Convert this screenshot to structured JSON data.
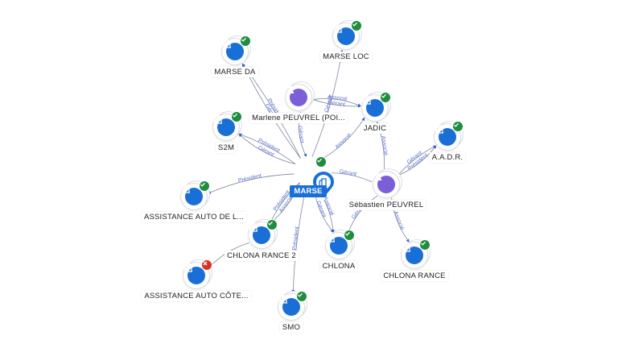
{
  "center": {
    "label": "MARSE",
    "icon": "building-icon",
    "status": "verified"
  },
  "nodes": [
    {
      "id": "marse-da",
      "label": "MARSE DA",
      "kind": "company",
      "status": "verified"
    },
    {
      "id": "marse-loc",
      "label": "MARSE LOC",
      "kind": "company",
      "status": "verified"
    },
    {
      "id": "marlene",
      "label": "Marlene PEUVREL (POI...",
      "kind": "person"
    },
    {
      "id": "jadic",
      "label": "JADIC",
      "kind": "company",
      "status": "verified"
    },
    {
      "id": "s2m",
      "label": "S2M",
      "kind": "company",
      "status": "verified"
    },
    {
      "id": "aadr",
      "label": "A.A.D.R.",
      "kind": "company",
      "status": "verified"
    },
    {
      "id": "sebastien",
      "label": "Sébastien PEUVREL",
      "kind": "person"
    },
    {
      "id": "assistance-l",
      "label": "ASSISTANCE AUTO DE L...",
      "kind": "company",
      "status": "verified"
    },
    {
      "id": "chlona-rance-2",
      "label": "CHLONA RANCE 2",
      "kind": "company",
      "status": "verified"
    },
    {
      "id": "chlona",
      "label": "CHLONA",
      "kind": "company",
      "status": "verified"
    },
    {
      "id": "chlona-rance",
      "label": "CHLONA RANCE",
      "kind": "company",
      "status": "verified"
    },
    {
      "id": "assistance-cote",
      "label": "ASSISTANCE AUTO CÔTE...",
      "kind": "company",
      "status": "closed"
    },
    {
      "id": "smo",
      "label": "SMO",
      "kind": "company",
      "status": "verified"
    }
  ],
  "edges": [
    {
      "from": "center",
      "to": "marse-da",
      "label": "Président"
    },
    {
      "from": "center",
      "to": "marse-loc",
      "label": "Gérant"
    },
    {
      "from": "marlene",
      "to": "center",
      "label": "Gérant"
    },
    {
      "from": "marlene",
      "to": "jadic",
      "label": "Gérant"
    },
    {
      "from": "marlene",
      "to": "jadic",
      "label": "Associé"
    },
    {
      "from": "center",
      "to": "jadic",
      "label": "Associé"
    },
    {
      "from": "center",
      "to": "s2m",
      "label": "Président"
    },
    {
      "from": "sebastien",
      "to": "aadr",
      "label": "Président"
    },
    {
      "from": "sebastien",
      "to": "aadr",
      "label": "Gérant"
    },
    {
      "from": "sebastien",
      "to": "jadic",
      "label": "Associé"
    },
    {
      "from": "sebastien",
      "to": "center",
      "label": "Gérant"
    },
    {
      "from": "center",
      "to": "assistance-l",
      "label": "Président"
    },
    {
      "from": "center",
      "to": "chlona-rance-2",
      "label": "Président"
    },
    {
      "from": "center",
      "to": "chlona-rance-2",
      "label": "Associé"
    },
    {
      "from": "center",
      "to": "chlona",
      "label": "Gérant"
    },
    {
      "from": "center",
      "to": "chlona",
      "label": "Associé"
    },
    {
      "from": "sebastien",
      "to": "chlona-rance",
      "label": "Associé"
    },
    {
      "from": "sebastien",
      "to": "chlona",
      "label": "Gérant"
    },
    {
      "from": "center",
      "to": "smo",
      "label": "Président"
    },
    {
      "from": "chlona-rance-2",
      "to": "assistance-cote",
      "label": ""
    },
    {
      "from": "center",
      "to": "marse-da",
      "label": "Gérant"
    },
    {
      "from": "center",
      "to": "s2m",
      "label": "Gérant"
    }
  ],
  "colors": {
    "company": "#1a6fd6",
    "person": "#7b5fd8",
    "verified": "#1e8e3e",
    "closed": "#d93025",
    "edge": "#7d8aa0",
    "edge_label": "#5a6fcf"
  }
}
